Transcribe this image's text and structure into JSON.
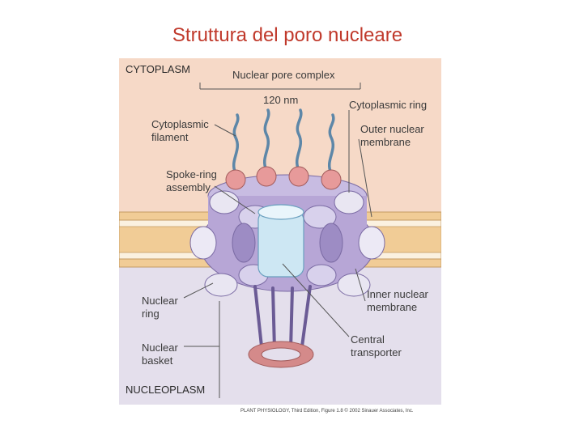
{
  "slide": {
    "title": "Struttura del poro nucleare"
  },
  "figure": {
    "regions": {
      "top": "CYTOPLASM",
      "bottom": "NUCLEOPLASM"
    },
    "dimension": {
      "label": "Nuclear pore complex",
      "value": "120 nm"
    },
    "labels": {
      "cytoplasmic_filament": [
        "Cytoplasmic",
        "filament"
      ],
      "spoke_ring": [
        "Spoke-ring",
        "assembly"
      ],
      "nuclear_ring": [
        "Nuclear",
        "ring"
      ],
      "nuclear_basket": [
        "Nuclear",
        "basket"
      ],
      "cytoplasmic_ring": [
        "Cytoplasmic ring"
      ],
      "outer_membrane": [
        "Outer nuclear",
        "membrane"
      ],
      "inner_membrane": [
        "Inner nuclear",
        "membrane"
      ],
      "central_transporter": [
        "Central",
        "transporter"
      ]
    },
    "credit": "PLANT PHYSIOLOGY, Third Edition, Figure 1.8  © 2002 Sinauer Associates, Inc."
  },
  "colors": {
    "title": "#c0392b",
    "cytoplasm_bg": "#f6d9c7",
    "nucleoplasm_bg": "#e4dfec",
    "membrane": "#f1cc96",
    "ring_protein": "#b7a6d6",
    "transporter": "#cde7f3",
    "bead": "#e79a9a",
    "filament": "#5d87a8",
    "basket_ring": "#d48a8a"
  }
}
